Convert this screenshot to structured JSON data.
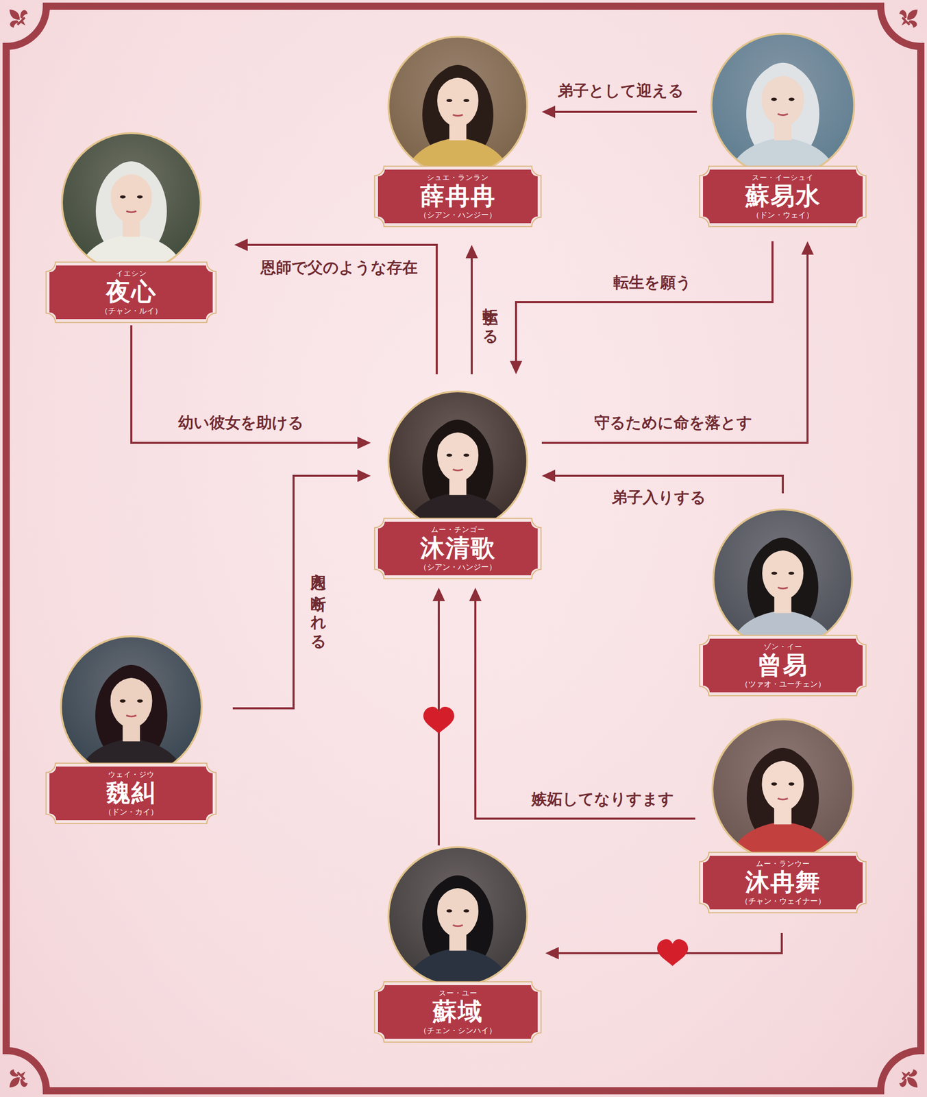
{
  "diagram": {
    "nodes": [
      {
        "text": [
          "シュエ・ランラン",
          "薛冉冉",
          "（シアン・ハンジー）"
        ]
      },
      {
        "text": [
          "スー・イーシュイ",
          "蘇易水",
          "（ドン・ウェイ）"
        ]
      },
      {
        "text": [
          "イエシン",
          "夜心",
          "（チャン・ルイ）"
        ]
      },
      {
        "text": [
          "ムー・チンゴー",
          "沐清歌",
          "（シアン・ハンジー）"
        ]
      },
      {
        "text": [
          "ゾン・イー",
          "曾易",
          "（ツァオ・ユーチェン）"
        ]
      },
      {
        "text": [
          "ウェイ・ジウ",
          "魏糾",
          "（ドン・カイ）"
        ]
      },
      {
        "text": [
          "ムー・ランウー",
          "沐冉舞",
          "（チャン・ウェイナー）"
        ]
      },
      {
        "text": [
          "スー・ユー",
          "蘇域",
          "（チェン・シンハイ）"
        ]
      }
    ],
    "edges": [
      {
        "from": 1,
        "to": 0,
        "label": "弟子として迎える",
        "arrow": "to"
      },
      {
        "from": 3,
        "to": 2,
        "label": "恩師で父のような存在",
        "arrow": "to"
      },
      {
        "from": 3,
        "to": 0,
        "label": "転生する",
        "arrow": "to"
      },
      {
        "from": 1,
        "to": 3,
        "label": "転生を願う",
        "arrow": "to"
      },
      {
        "from": 3,
        "to": 1,
        "label": "守るために命を落とす",
        "arrow": "to"
      },
      {
        "from": 2,
        "to": 3,
        "label": "幼い彼女を助ける",
        "arrow": "to"
      },
      {
        "from": 4,
        "to": 3,
        "label": "弟子入りする",
        "arrow": "to"
      },
      {
        "from": 5,
        "to": 3,
        "label": "入門を断られる",
        "arrow": "to"
      },
      {
        "from": 7,
        "to": 3,
        "arrow": "to"
      },
      {
        "from": 6,
        "to": 3,
        "label": "嫉妬してなりすます",
        "arrow": "to"
      },
      {
        "from": 6,
        "to": 7,
        "arrow": "to"
      }
    ]
  }
}
